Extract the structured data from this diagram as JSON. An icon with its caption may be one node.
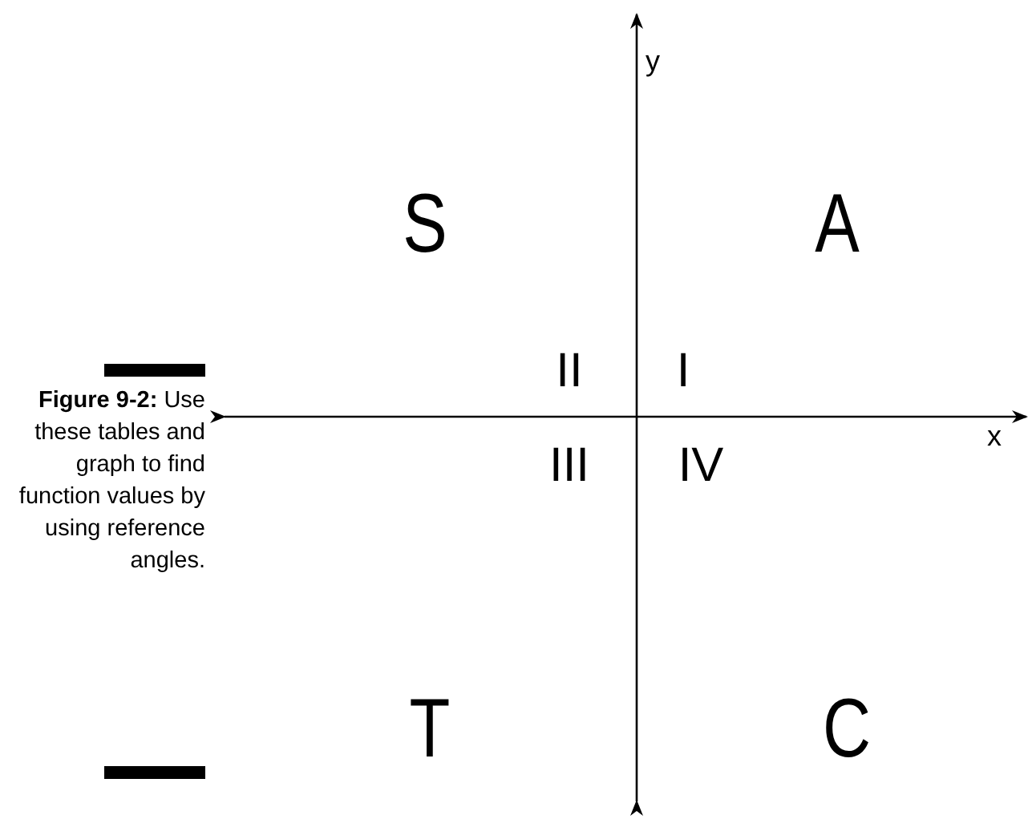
{
  "diagram": {
    "caption": "**Figure 9-2:** Use these tables and graph to find function values by using reference angles.",
    "labels": [
      "y",
      "S",
      "A",
      "II",
      "I",
      "x",
      "III",
      "IV",
      "T",
      "C"
    ]
  }
}
